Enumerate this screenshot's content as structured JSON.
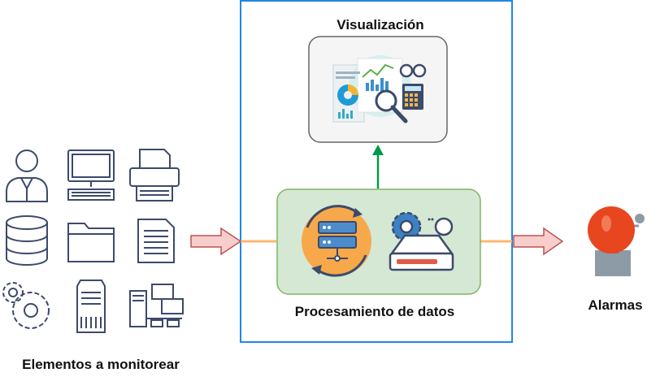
{
  "labels": {
    "visualization": "Visualización",
    "processing": "Procesamiento de datos",
    "alarms": "Alarmas",
    "monitored_elements": "Elementos a monitorear"
  },
  "colors": {
    "system_border": "#1e88e5",
    "processing_fill": "#d5e8d4",
    "processing_border": "#82b366",
    "visual_fill": "#f5f5f5",
    "visual_border": "#666666",
    "up_arrow": "#00994d",
    "connector": "#ffb570",
    "block_arrow_fill": "#f8cecc",
    "block_arrow_stroke": "#b85450",
    "icon_stroke": "#3c4a6b",
    "alarm_red": "#e8461e",
    "alarm_gray": "#8c9ba5"
  },
  "icons": {
    "monitored": [
      "user-icon",
      "monitor-icon",
      "printer-icon",
      "database-icon",
      "folder-icon",
      "document-icon",
      "gears-icon",
      "server-tower-icon",
      "network-workstation-icon"
    ],
    "processing": [
      "server-cycle-icon",
      "server-settings-icon"
    ],
    "visualization": "analytics-dashboard-icon",
    "alarm": "alarm-bell-icon"
  }
}
